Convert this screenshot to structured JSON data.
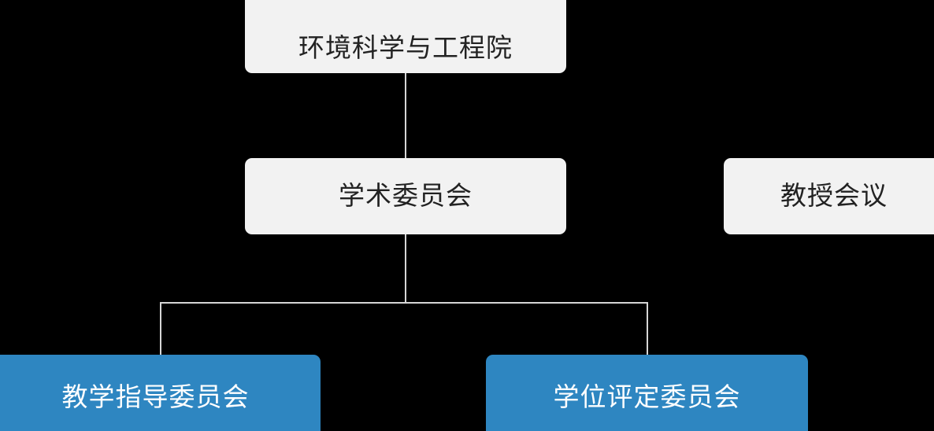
{
  "diagram": {
    "type": "organizational-chart",
    "background_color": "#000000",
    "plain_node_color": "#f2f2f2",
    "plain_node_text_color": "#222222",
    "accent_node_color": "#2e86c1",
    "accent_node_text_color": "#ffffff",
    "connector_color": "#d6d6d6",
    "nodes": {
      "institute": {
        "label": "环境科学与工程院",
        "style": "plain"
      },
      "academic_committee": {
        "label": "学术委员会",
        "style": "plain"
      },
      "professor_meeting": {
        "label": "教授会议",
        "style": "plain"
      },
      "teaching_committee": {
        "label": "教学指导委员会",
        "style": "accent"
      },
      "degree_committee": {
        "label": "学位评定委员会",
        "style": "accent"
      }
    },
    "edges": [
      {
        "from": "institute",
        "to": "academic_committee"
      },
      {
        "from": "academic_committee",
        "to": "teaching_committee"
      },
      {
        "from": "academic_committee",
        "to": "degree_committee"
      }
    ]
  }
}
